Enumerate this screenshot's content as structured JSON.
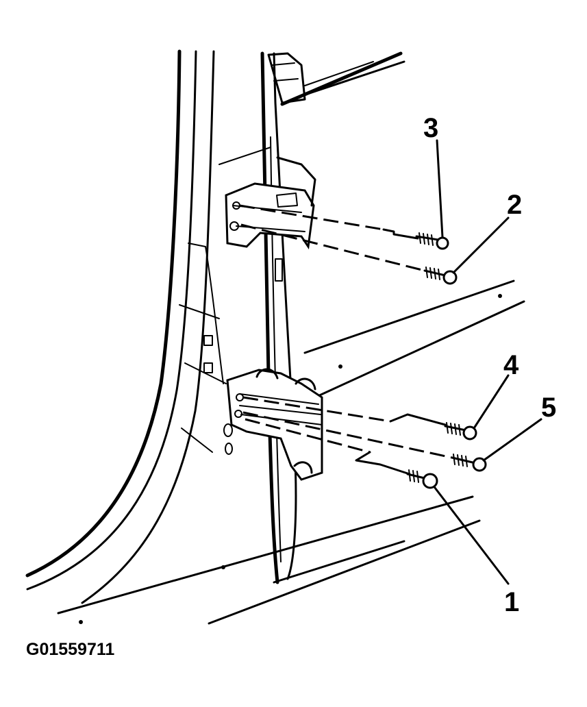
{
  "figure": {
    "id": "G01559711",
    "callouts": [
      {
        "number": "1",
        "part": "bolt-lower-hinge-bottom"
      },
      {
        "number": "2",
        "part": "bolt-upper-hinge-lower"
      },
      {
        "number": "3",
        "part": "bolt-upper-hinge-upper"
      },
      {
        "number": "4",
        "part": "bolt-lower-hinge-upper"
      },
      {
        "number": "5",
        "part": "bolt-lower-hinge-middle"
      }
    ]
  }
}
